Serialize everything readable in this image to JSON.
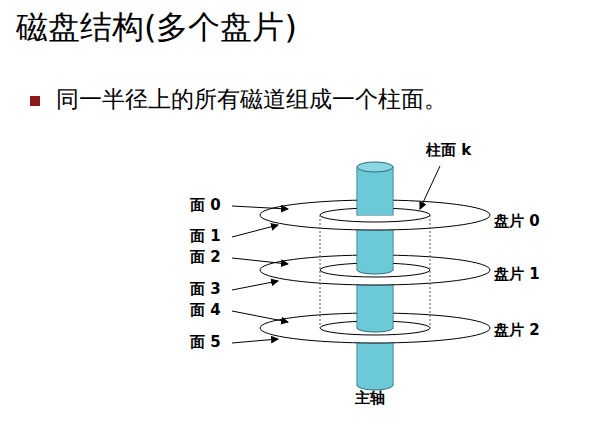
{
  "diagram": {
    "title": "磁盘结构(多个盘片)",
    "labels": [
      "同一半径上的所有磁道组成一个柱面。",
      "柱面 k",
      "面 0",
      "面 1",
      "面 2",
      "面 3",
      "面 4",
      "面 5",
      "盘片 0",
      "盘片 1",
      "盘片 2",
      "主轴"
    ]
  }
}
